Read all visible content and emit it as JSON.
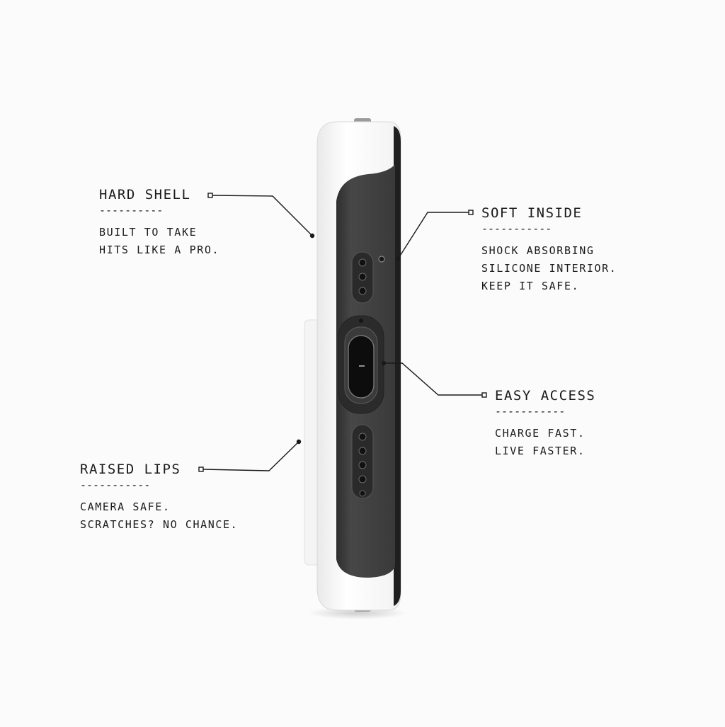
{
  "callouts": {
    "hard_shell": {
      "title": "HARD SHELL",
      "rule": "----------",
      "lines": [
        "BUILT TO TAKE",
        "HITS LIKE A PRO."
      ]
    },
    "soft_inside": {
      "title": "SOFT INSIDE",
      "rule": "-----------",
      "lines": [
        "SHOCK ABSORBING",
        "SILICONE INTERIOR.",
        "KEEP IT SAFE."
      ]
    },
    "easy_access": {
      "title": "EASY ACCESS",
      "rule": "-----------",
      "lines": [
        "CHARGE FAST.",
        "LIVE FASTER."
      ]
    },
    "raised_lips": {
      "title": "RAISED LIPS",
      "rule": "-----------",
      "lines": [
        "CAMERA SAFE.",
        "SCRATCHES? NO CHANCE."
      ]
    }
  },
  "colors": {
    "background": "#fbfbfb",
    "shell_white": "#ffffff",
    "inner_dark": "#3f3f3f",
    "line": "#1a1a1a"
  },
  "icons": [
    "microphone-hole-icon",
    "speaker-grille-icon",
    "charging-port-icon"
  ]
}
